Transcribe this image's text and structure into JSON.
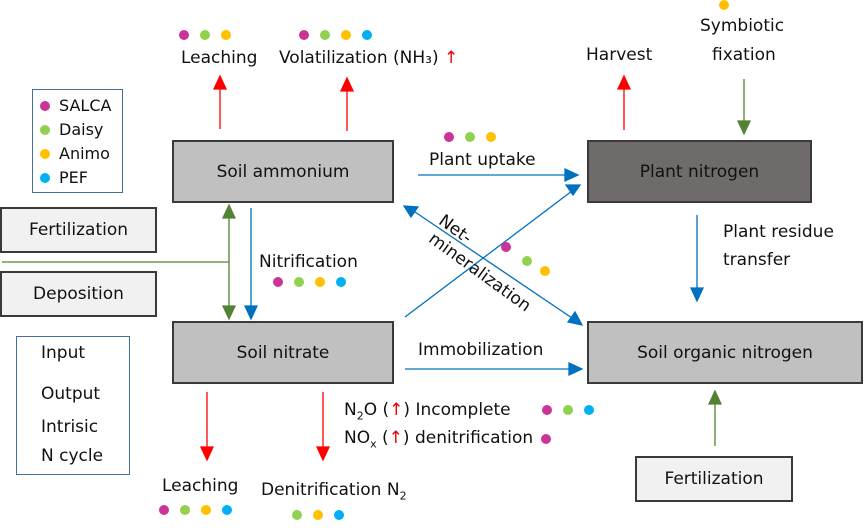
{
  "colors": {
    "SALCA": "#cc3399",
    "Daisy": "#92d050",
    "Animo": "#ffc000",
    "PEF": "#00b0f0",
    "input": "#548235",
    "output": "#ff0000",
    "intrinsic": "#0070c0"
  },
  "model_legend": {
    "items": [
      {
        "label": "SALCA",
        "color": "#cc3399"
      },
      {
        "label": "Daisy",
        "color": "#92d050"
      },
      {
        "label": "Animo",
        "color": "#ffc000"
      },
      {
        "label": "PEF",
        "color": "#00b0f0"
      }
    ]
  },
  "arrow_legend": {
    "input": "Input",
    "output": "Output",
    "intrinsic_line1": "Intrisic",
    "intrinsic_line2": "N cycle"
  },
  "pools": {
    "soil_ammonium": "Soil ammonium",
    "soil_nitrate": "Soil nitrate",
    "plant_nitrogen": "Plant nitrogen",
    "soil_organic_nitrogen": "Soil organic nitrogen"
  },
  "sources": {
    "fertilization_left": "Fertilization",
    "deposition": "Deposition",
    "fertilization_bottom": "Fertilization"
  },
  "flows": {
    "leaching_top": {
      "label": "Leaching",
      "models": [
        "SALCA",
        "Daisy",
        "Animo"
      ]
    },
    "volatilization": {
      "label": "Volatilization (NH₃)",
      "arrow": "↑",
      "models": [
        "SALCA",
        "Daisy",
        "Animo",
        "PEF"
      ]
    },
    "harvest": {
      "label": "Harvest"
    },
    "symbiotic_fixation": {
      "line1": "Symbiotic",
      "line2": "fixation",
      "models": [
        "Animo"
      ]
    },
    "plant_uptake": {
      "label": "Plant uptake",
      "models": [
        "SALCA",
        "Daisy",
        "Animo"
      ]
    },
    "net_mineralization": {
      "line1": "Net-",
      "line2": "mineralization",
      "models": [
        "SALCA",
        "Daisy",
        "Animo"
      ]
    },
    "nitrification": {
      "label": "Nitrification",
      "models": [
        "SALCA",
        "Daisy",
        "Animo",
        "PEF"
      ]
    },
    "plant_residue": {
      "line1": "Plant residue",
      "line2": "transfer"
    },
    "immobilization": {
      "label": "Immobilization"
    },
    "leaching_bottom": {
      "label": "Leaching",
      "models": [
        "SALCA",
        "Daisy",
        "Animo",
        "PEF"
      ]
    },
    "denitrification": {
      "label": "Denitrification N",
      "sub": "2",
      "models": [
        "Daisy",
        "Animo",
        "PEF"
      ]
    },
    "n2o": {
      "prefix": "N",
      "sub": "2",
      "suffix": "O (",
      "arrow": "↑",
      "close": ")",
      "label": "Incomplete",
      "models": [
        "SALCA",
        "Daisy",
        "PEF"
      ]
    },
    "nox": {
      "prefix": "NO",
      "sub": "x",
      "suffix": " (",
      "arrow": "↑",
      "close": ")",
      "label": "denitrification",
      "models": [
        "SALCA"
      ]
    }
  }
}
